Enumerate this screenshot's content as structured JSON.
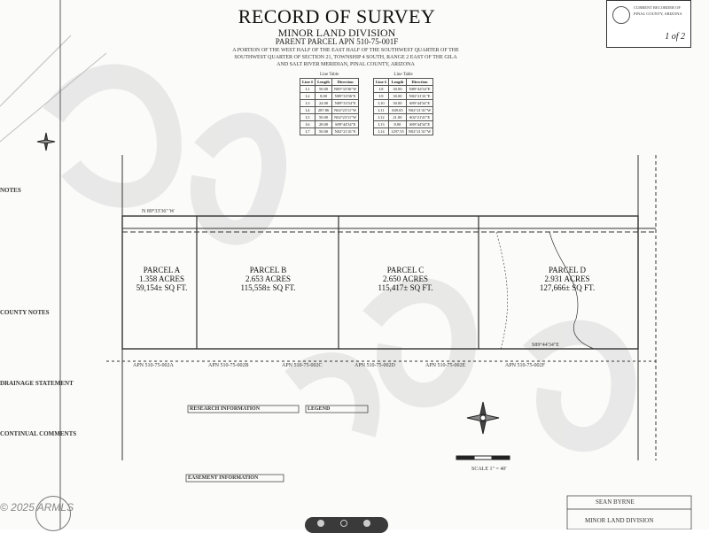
{
  "header": {
    "title": "RECORD OF SURVEY",
    "subtitle": "MINOR LAND DIVISION",
    "parent_parcel": "PARENT PARCEL APN 510-75-001F",
    "description": "A PORTION OF THE WEST HALF OF THE EAST HALF OF THE SOUTHWEST QUARTER OF THE SOUTHWEST QUARTER OF SECTION 21, TOWNSHIP 4 SOUTH, RANGE 2 EAST OF THE GILA AND SALT RIVER MERIDIAN, PINAL COUNTY, ARIZONA"
  },
  "stamp": {
    "sheet": "1 of 2",
    "note": "CURRENT RECORDER OF PINAL COUNTY, ARIZONA"
  },
  "line_table": {
    "title": "Line Table",
    "headers": [
      "Line #",
      "Length",
      "Direction"
    ],
    "rows": [
      [
        "L1",
        "50.00",
        "N89°33'36\"W"
      ],
      [
        "L2",
        "8.00",
        "N89°33'36\"E"
      ],
      [
        "L3",
        "24.00",
        "N89°33'34\"E"
      ],
      [
        "L4",
        "287.86",
        "N02°23'11\"W"
      ],
      [
        "L5",
        "50.00",
        "N02°23'11\"W"
      ],
      [
        "L6",
        "28.00",
        "S89°44'34\"E"
      ],
      [
        "L7",
        "50.00",
        "N02°21'41\"E"
      ]
    ]
  },
  "line_table_2": {
    "title": "Line Table",
    "headers": [
      "Line #",
      "Length",
      "Direction"
    ],
    "rows": [
      [
        "L8",
        "30.00",
        "N89°44'34\"E"
      ],
      [
        "L9",
        "30.00",
        "N02°21'41\"E"
      ],
      [
        "L10",
        "30.00",
        "S89°44'34\"E"
      ],
      [
        "L11",
        "849.65",
        "N02°21'41\"W"
      ],
      [
        "L12",
        "21.00",
        "S02°21'41\"E"
      ],
      [
        "L13",
        "8.00",
        "S89°44'34\"E"
      ],
      [
        "L14",
        "1297.55",
        "N02°21'41\"W"
      ]
    ]
  },
  "parcels": [
    {
      "name": "PARCEL A",
      "acres": "1.358 ACRES",
      "sqft": "59,154± SQ FT."
    },
    {
      "name": "PARCEL B",
      "acres": "2.653 ACRES",
      "sqft": "115,558± SQ FT."
    },
    {
      "name": "PARCEL C",
      "acres": "2.650 ACRES",
      "sqft": "115,417± SQ FT."
    },
    {
      "name": "PARCEL D",
      "acres": "2.931 ACRES",
      "sqft": "127,666± SQ FT."
    }
  ],
  "labels": {
    "basis_north": "N 89°33'36\" W",
    "south_line": "S89°44'34\"E",
    "scale": "SCALE 1\" = 40'",
    "research": "RESEARCH INFORMATION",
    "legend": "LEGEND",
    "easement": "EASEMENT INFORMATION",
    "apn_bottom": [
      "APN 510-75-002A",
      "APN 510-75-002B",
      "APN 510-75-002C",
      "APN 510-75-002D",
      "APN 510-75-002E",
      "APN 510-75-002F"
    ],
    "surveyor_name": "SEAN BYRNE",
    "footer_title": "MINOR LAND DIVISION",
    "left_notes_1": "NOTES",
    "left_notes_2": "COUNTY NOTES",
    "left_notes_3": "DRAINAGE STATEMENT",
    "left_notes_4": "CONTINUAL COMMENTS"
  },
  "watermark": "© 2025 ARMLS",
  "colors": {
    "ink": "#222222",
    "paper": "#fbfbfa",
    "overlay": "#3a3a3a"
  }
}
